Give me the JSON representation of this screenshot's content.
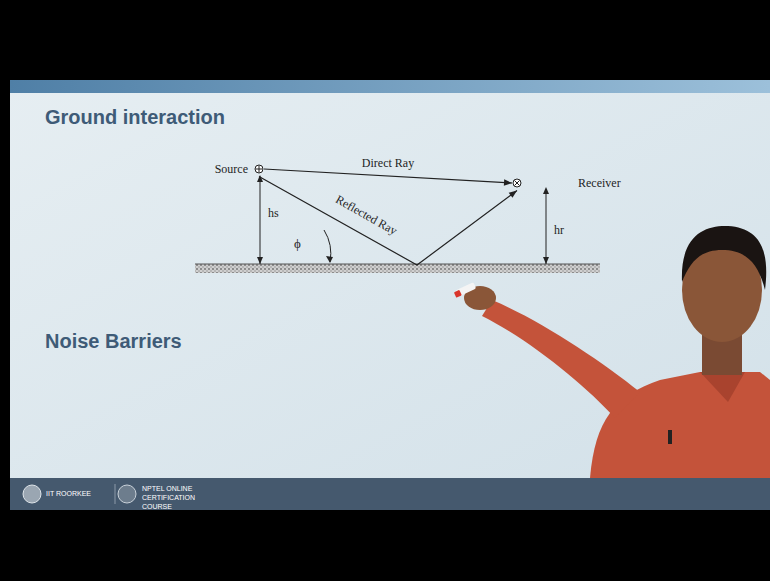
{
  "diagram": {
    "title": "Ground interaction",
    "nodes": [
      {
        "text": [
          "Source"
        ]
      },
      {
        "text": [
          "Receiver"
        ]
      }
    ],
    "edges": [
      {
        "from": 0,
        "to": 1,
        "arrow": "to",
        "label": "Direct Ray"
      },
      {
        "from": 0,
        "to": 1,
        "arrow": "to",
        "label": "Reflected Ray"
      }
    ],
    "labels": [
      "hs",
      "hr",
      "ϕ",
      "Noise Barriers",
      "IIT ROORKEE",
      "NPTEL ONLINE CERTIFICATION COURSE"
    ]
  }
}
